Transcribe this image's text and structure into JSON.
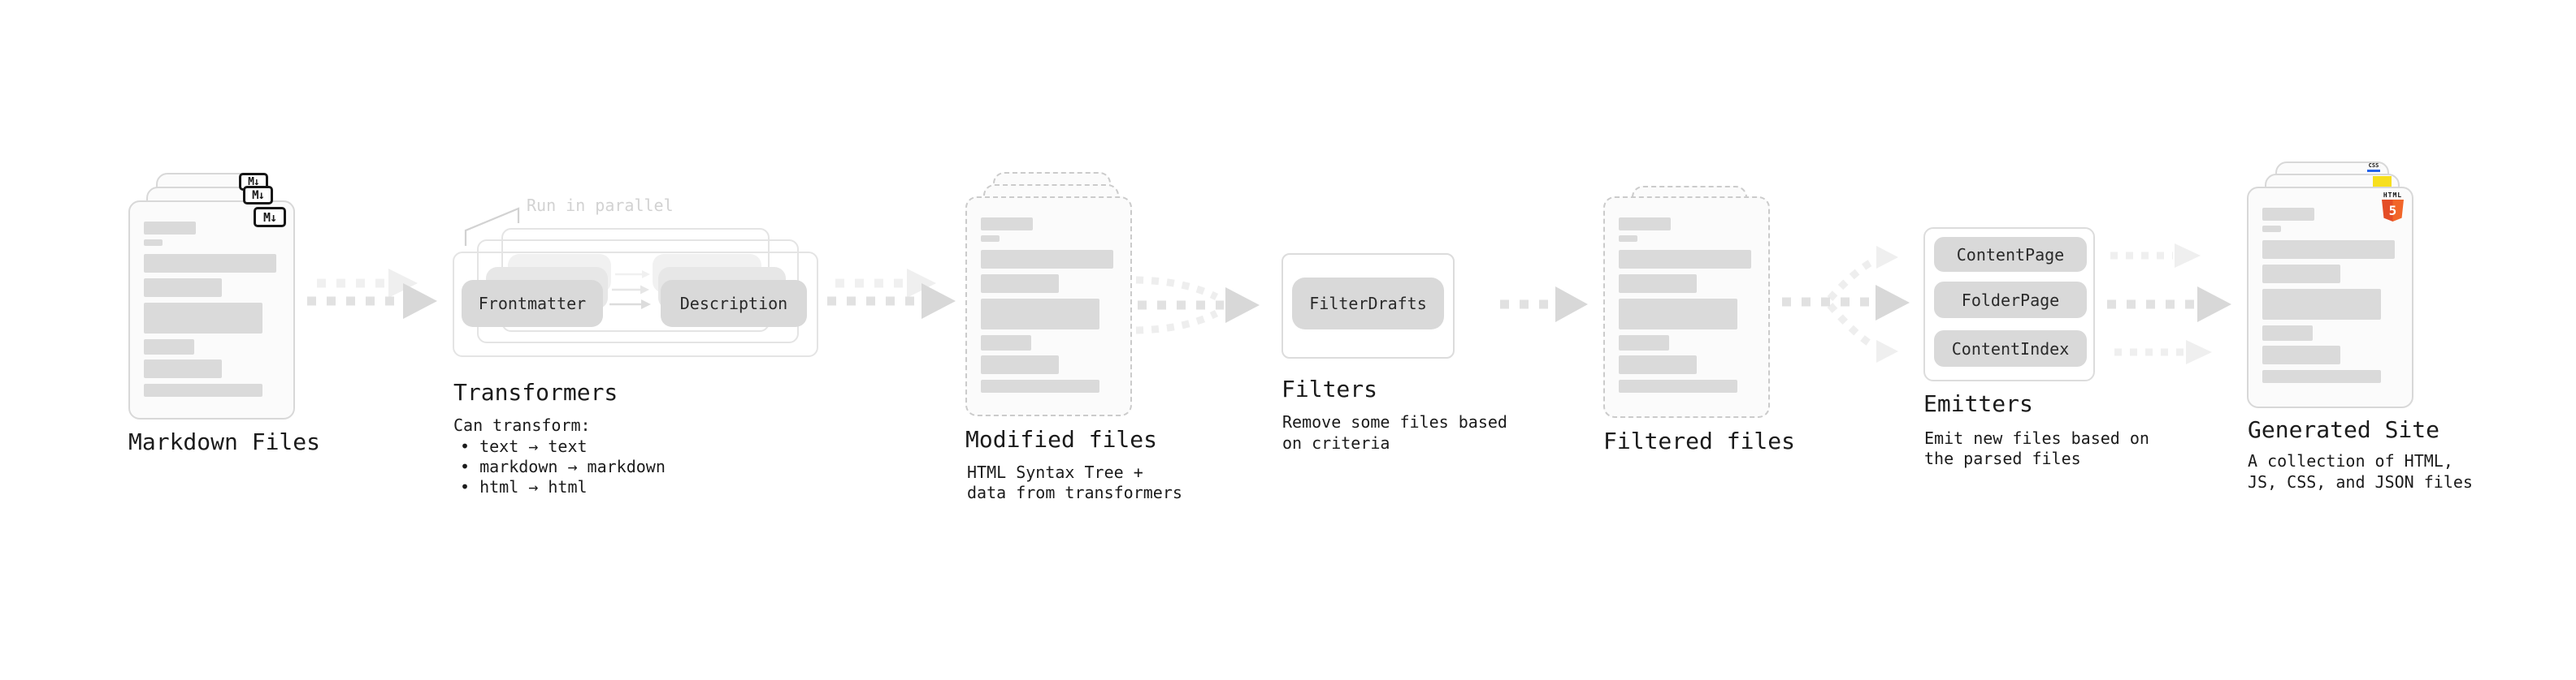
{
  "markdown": {
    "label": "Markdown Files",
    "badge": "M↓"
  },
  "transformers": {
    "callout": "Run in parallel",
    "pill_left": "Frontmatter",
    "pill_right": "Description",
    "heading": "Transformers",
    "desc_title": "Can transform:",
    "bullet1": "• text → text",
    "bullet2": "• markdown → markdown",
    "bullet3": "• html → html"
  },
  "modified": {
    "label": "Modified files",
    "desc1": "HTML Syntax Tree +",
    "desc2": "data from transformers"
  },
  "filters": {
    "heading": "Filters",
    "pill": "FilterDrafts",
    "desc1": "Remove some files based",
    "desc2": "on criteria"
  },
  "filtered": {
    "label": "Filtered files"
  },
  "emitters": {
    "heading": "Emitters",
    "pill1": "ContentPage",
    "pill2": "FolderPage",
    "pill3": "ContentIndex",
    "desc1": "Emit new files based on",
    "desc2": "the parsed files"
  },
  "generated": {
    "label": "Generated Site",
    "desc1": "A collection of HTML,",
    "desc2": "JS, CSS, and JSON files",
    "css_badge": "CSS",
    "html_badge_label": "HTML",
    "html_badge_number": "5"
  },
  "colors": {
    "html5_orange": "#e44d26",
    "js_yellow": "#f7df1e",
    "css_blue": "#2563eb"
  }
}
